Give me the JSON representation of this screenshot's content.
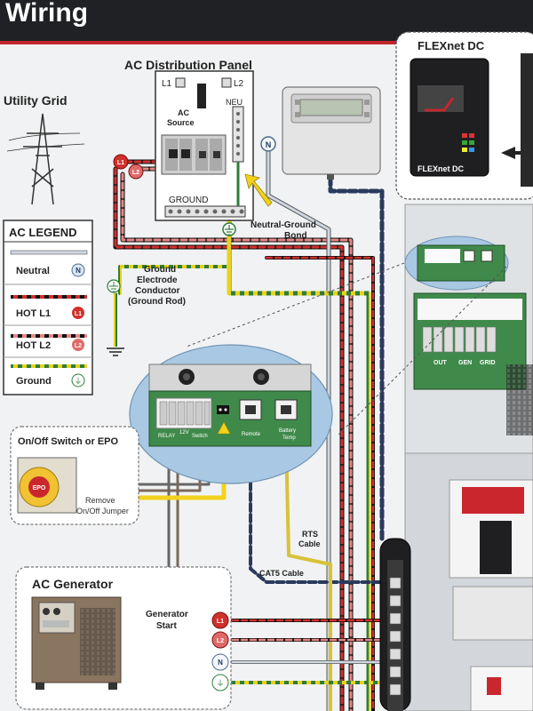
{
  "header": {
    "title": "Wiring"
  },
  "labels": {
    "ac_distribution_panel": "AC Distribution Panel",
    "l1": "L1",
    "l2": "L2",
    "neu": "NEU",
    "ac_source_line1": "AC",
    "ac_source_line2": "Source",
    "ground": "GROUND",
    "neutral_ground_bond_line1": "Neutral-Ground",
    "neutral_ground_bond_line2": "Bond",
    "utility_grid": "Utility Grid",
    "flexnet_dc": "FLEXnet DC",
    "flexnet_device_text": "FLEXnet DC",
    "ground_electrode_line1": "Ground",
    "ground_electrode_line2": "Electrode",
    "ground_electrode_line3": "Conductor",
    "ground_electrode_line4": "(Ground Rod)",
    "on_off_switch": "On/Off Switch or EPO",
    "epo": "EPO",
    "remove_jumper_line1": "Remove",
    "remove_jumper_line2": "On/Off Jumper",
    "ac_generator": "AC Generator",
    "generator_start_line1": "Generator",
    "generator_start_line2": "Start",
    "rts_cable_line1": "RTS",
    "rts_cable_line2": "Cable",
    "cat5_cable": "CAT5 Cable",
    "terminal_relay": "RELAY",
    "terminal_12v": "12V",
    "terminal_switch": "Switch",
    "terminal_remote": "Remote",
    "terminal_battery_temp_line1": "Battery",
    "terminal_battery_temp_line2": "Temp",
    "small_out": "OUT",
    "small_gen": "GEN",
    "small_grid": "GRID",
    "terminal_in_badge": "N"
  },
  "legend": {
    "title": "AC LEGEND",
    "items": [
      {
        "label": "Neutral",
        "badge": "N"
      },
      {
        "label": "HOT L1",
        "badge": "L1"
      },
      {
        "label": "HOT L2",
        "badge": "L2"
      },
      {
        "label": "Ground",
        "badge": "⏚"
      }
    ]
  },
  "badges": {
    "l1": "L1",
    "l2": "L2",
    "n": "N",
    "ground": "⏚"
  },
  "colors": {
    "header": "#202124",
    "hot_l1": "#d0312d",
    "hot_l2": "#e06a6a",
    "neutral": "#8fa9c9",
    "ground_green": "#2f7d3a",
    "ground_yellow": "#e7d21f",
    "cat5": "#2a3a5c",
    "rts": "#d8c23a",
    "jumper": "#f2d21c",
    "board_green": "#3f8a4a",
    "callout_blue": "#a9c8e3"
  }
}
